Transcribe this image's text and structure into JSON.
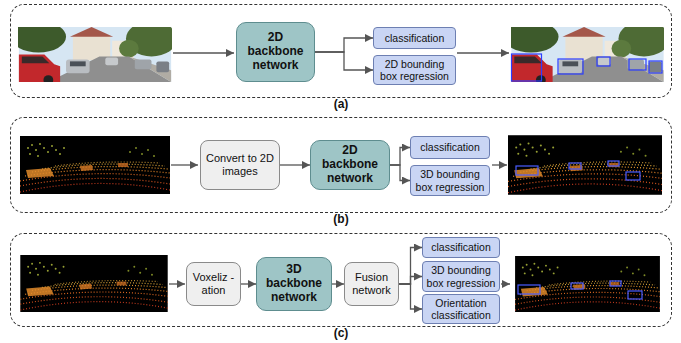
{
  "diagram": {
    "nodes": [
      {
        "text": [
          "(a)"
        ]
      },
      {
        "text": [
          "2D backbone network"
        ],
        "in": 0
      },
      {
        "text": [
          "classification"
        ],
        "in": 0
      },
      {
        "text": [
          "2D bounding box regression"
        ],
        "in": 0
      },
      {
        "text": [
          "(b)"
        ]
      },
      {
        "text": [
          "Convert to 2D images"
        ],
        "in": 4
      },
      {
        "text": [
          "2D backbone network"
        ],
        "in": 4
      },
      {
        "text": [
          "classification"
        ],
        "in": 4
      },
      {
        "text": [
          "3D bounding box regression"
        ],
        "in": 4
      },
      {
        "text": [
          "(c)"
        ]
      },
      {
        "text": [
          "Voxeliz -ation"
        ],
        "in": 9
      },
      {
        "text": [
          "3D backbone network"
        ],
        "in": 9
      },
      {
        "text": [
          "Fusion network"
        ],
        "in": 9
      },
      {
        "text": [
          "classification"
        ],
        "in": 9
      },
      {
        "text": [
          "3D bounding box regression"
        ],
        "in": 9
      },
      {
        "text": [
          "Orientation classification"
        ],
        "in": 9
      }
    ],
    "edges": [
      {
        "from": 1,
        "to": 2,
        "arrow": "to"
      },
      {
        "from": 1,
        "to": 3,
        "arrow": "to"
      },
      {
        "from": 5,
        "to": 6,
        "arrow": "to"
      },
      {
        "from": 6,
        "to": 7,
        "arrow": "to"
      },
      {
        "from": 6,
        "to": 8,
        "arrow": "to"
      },
      {
        "from": 10,
        "to": 11,
        "arrow": "to"
      },
      {
        "from": 11,
        "to": 12,
        "arrow": "to"
      },
      {
        "from": 12,
        "to": 13,
        "arrow": "to"
      },
      {
        "from": 12,
        "to": 14,
        "arrow": "to"
      },
      {
        "from": 12,
        "to": 15,
        "arrow": "to"
      }
    ]
  }
}
